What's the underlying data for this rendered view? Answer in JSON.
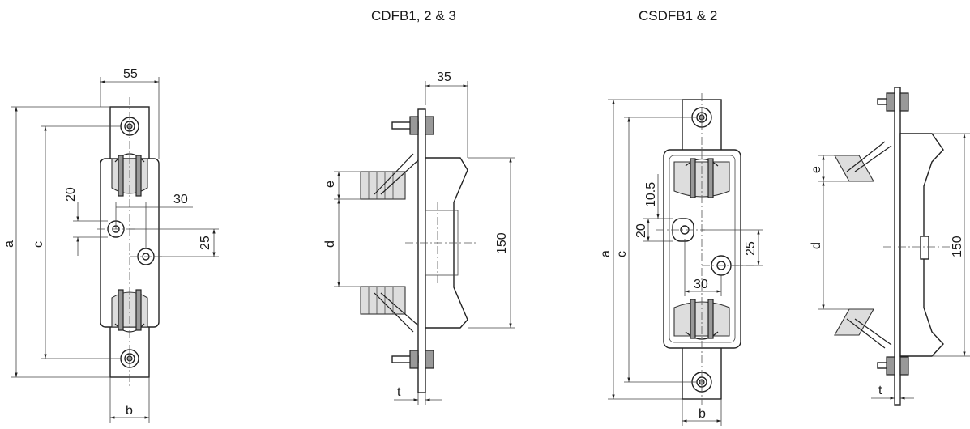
{
  "titles": {
    "left": "CDFB1, 2 & 3",
    "right": "CSDFB1 & 2"
  },
  "dims": {
    "front_left": {
      "width_top": "55",
      "a": "a",
      "c": "c",
      "v20": "20",
      "h30": "30",
      "v25": "25",
      "b": "b"
    },
    "side_left": {
      "top35": "35",
      "e": "e",
      "d": "d",
      "h150": "150",
      "t": "t"
    },
    "front_right": {
      "a": "a",
      "c": "c",
      "v10_5": "10.5",
      "v20": "20",
      "v25": "25",
      "h30": "30",
      "b": "b"
    },
    "side_right": {
      "e": "e",
      "d": "d",
      "h150": "150",
      "t": "t"
    }
  }
}
